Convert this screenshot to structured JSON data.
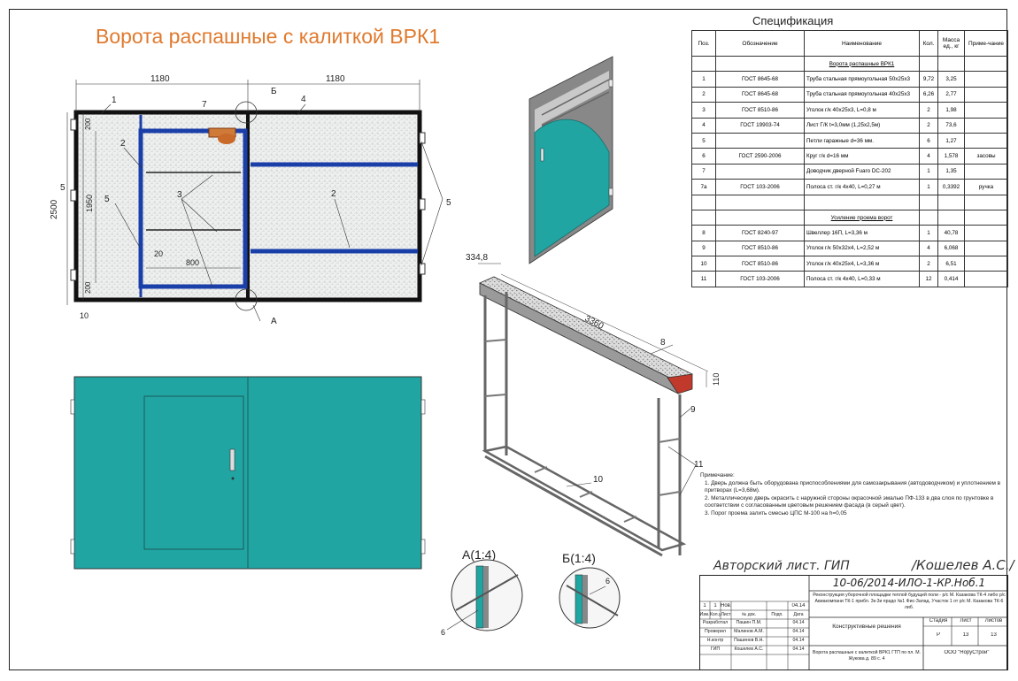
{
  "title": "Ворота распашные с калиткой ВРК1",
  "drawing": {
    "dims": {
      "w1": "1180",
      "w2": "1180",
      "h_total": "2500",
      "h_top": "200",
      "h_mid": "1950",
      "h_bot": "200",
      "door_w": "800",
      "gap": "20",
      "bottom": "10",
      "beam_w": "334,8",
      "beam_len": "3360",
      "beam_h": "110"
    },
    "callouts": {
      "c1": "1",
      "c2": "2",
      "c3": "3",
      "c4": "4",
      "c5": "5",
      "c7": "7",
      "c8": "8",
      "c9": "9",
      "c10": "10",
      "c11": "11",
      "c6": "6",
      "cB": "Б",
      "cA": "А"
    },
    "detail_a": "А(1:4)",
    "detail_b": "Б(1:4)"
  },
  "colors": {
    "teal": "#21a5a3",
    "frame": "#1b3fa8",
    "orange": "#e07a2e",
    "hatch": "#c8c8c8"
  },
  "spec": {
    "title": "Спецификация",
    "headers": [
      "Поз.",
      "Обозначение",
      "Наименование",
      "Кол.",
      "Масса ед., кг",
      "Приме-чание"
    ],
    "section1": "Ворота распашные ВРК1",
    "rows1": [
      [
        "1",
        "ГОСТ 8645-68",
        "Труба стальная прямоугольная 50х25х3",
        "9,72",
        "3,25",
        ""
      ],
      [
        "2",
        "ГОСТ 8645-68",
        "Труба стальная прямоугольная 40х25х3",
        "6,26",
        "2,77",
        ""
      ],
      [
        "3",
        "ГОСТ 8510-86",
        "Уголок г/к 40х25х3, L=0,8 м",
        "2",
        "1,98",
        ""
      ],
      [
        "4",
        "ГОСТ 19903-74",
        "Лист Г/К t=3,0мм (1,25х2,5м)",
        "2",
        "73,6",
        ""
      ],
      [
        "5",
        "",
        "Петли гаражные d=36 мм.",
        "6",
        "1,27",
        ""
      ],
      [
        "6",
        "ГОСТ 2590-2006",
        "Круг г/к d=16 мм",
        "4",
        "1,578",
        "засовы"
      ],
      [
        "7",
        "",
        "Доводчик дверной Fuaro DC-202",
        "1",
        "1,35",
        ""
      ],
      [
        "7а",
        "ГОСТ 103-2006",
        "Полоса ст. г/к 4х40, L=0,27 м",
        "1",
        "0,3392",
        "ручка"
      ]
    ],
    "section2": "Усиление проема ворот",
    "rows2": [
      [
        "8",
        "ГОСТ 8240-97",
        "Швеллер 16П, L=3,36 м",
        "1",
        "40,78",
        ""
      ],
      [
        "9",
        "ГОСТ 8510-86",
        "Уголок г/к 50х32х4, L=2,52 м",
        "4",
        "6,068",
        ""
      ],
      [
        "10",
        "ГОСТ 8510-86",
        "Уголок г/к 40х25х4, L=3,36 м",
        "2",
        "6,51",
        ""
      ],
      [
        "11",
        "ГОСТ 103-2006",
        "Полоса ст. г/к 4х40, L=0,33 м",
        "12",
        "0,414",
        ""
      ]
    ]
  },
  "notes": {
    "heading": "Примечание:",
    "items": [
      "1.   Дверь должна быть оборудована приспособлениями для самозакрывания (автодоводчиком) и уплотнением в притворах (L=3,68м).",
      "2.   Металлическую дверь окрасить с наружной стороны окрасочной эмалью ПФ-133 в два слоя по грунтовке в соответствии с согласованным цветовым решением фасада (в серый цвет).",
      "3.  Порог проема залить смесью ЦПС М-100 на h=0,05"
    ]
  },
  "signature": {
    "label": "Авторский лист.  ГИП",
    "name": "/Кошелев А.С./"
  },
  "stamp": {
    "code": "10-06/2014-ИЛО-1-КР.Ноб.1",
    "project": "Реконструкция уборочной площадки теплой будущей поли - р/с М. Казакова ТК-4 либо р/с Авиакомпани ТК-1 прибл. 3к-3и прадо №1 Фис-Запад. Участок 1 от р/с М. Казакова ТК-6 либ.",
    "section": "Конструктивные решения",
    "drawing_name": "Ворота распашные с калиткой ВРК1 ГТП по пл. М. Жукова д. 89 с. 4",
    "org": "ООО \"НоруСтрой\"",
    "stage_h": "Стадия",
    "sheet_h": "Лист",
    "sheets_h": "Листов",
    "stage": "Р",
    "sheet": "13",
    "sheets": "13",
    "rev_row": [
      "1",
      "1",
      "Нов.",
      "",
      "",
      "04.14"
    ],
    "cols": [
      "Изм.",
      "Кол.уч",
      "Лист",
      "№ док.",
      "Подп.",
      "Дата"
    ],
    "people": [
      [
        "Разработал",
        "Пашин П.М.",
        "04.14"
      ],
      [
        "Проверил",
        "Малинов А.М.",
        "04.14"
      ],
      [
        "Н.контр",
        "Пашинов В.Н.",
        "04.14"
      ],
      [
        "ГИП",
        "Кошелев А.С.",
        "04.14"
      ]
    ]
  }
}
